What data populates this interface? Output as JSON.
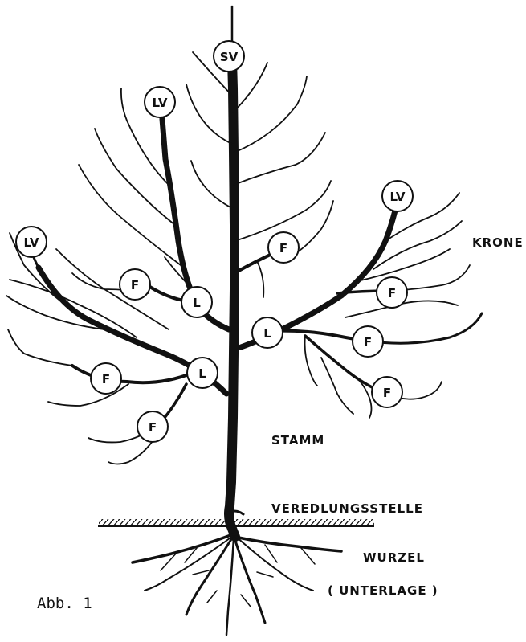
{
  "diagram": {
    "nodes": {
      "sv": "SV",
      "lv": "LV",
      "l": "L",
      "f": "F"
    },
    "labels": {
      "krone": "KRONE",
      "stamm": "STAMM",
      "veredlungsstelle": "VEREDLUNGSSTELLE",
      "wurzel": "WURZEL",
      "unterlage": "( UNTERLAGE )"
    },
    "caption": "Abb. 1"
  }
}
